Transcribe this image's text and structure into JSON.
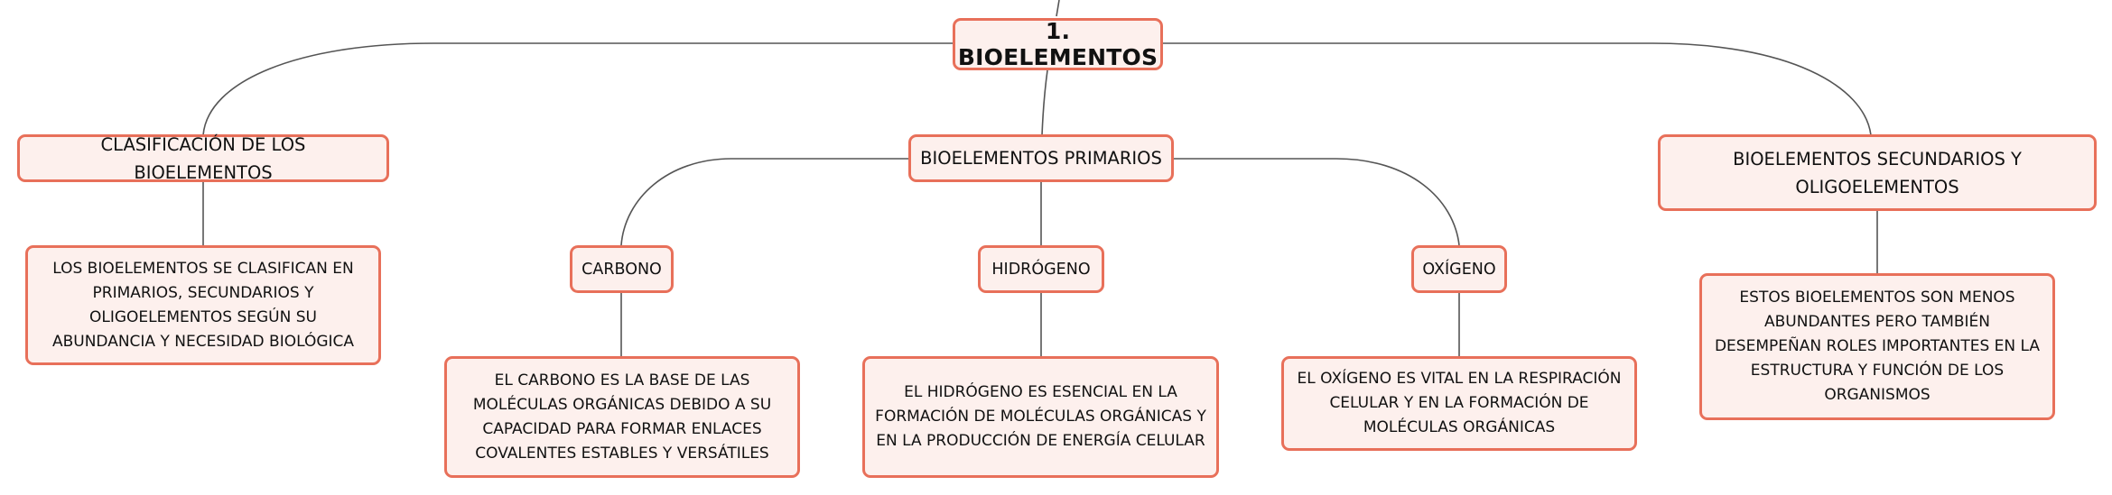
{
  "colors": {
    "node_border": "#e8705a",
    "node_fill": "#fdf0ed",
    "connector": "#555555"
  },
  "mindmap": {
    "root": {
      "label": "1. BIOELEMENTOS"
    },
    "clasificacion": {
      "label": "CLASIFICACIÓN DE LOS BIOELEMENTOS",
      "detail": "LOS BIOELEMENTOS SE CLASIFICAN EN PRIMARIOS, SECUNDARIOS Y OLIGOELEMENTOS SEGÚN SU ABUNDANCIA Y NECESIDAD BIOLÓGICA"
    },
    "primarios": {
      "label": "BIOELEMENTOS PRIMARIOS",
      "carbono": {
        "label": "CARBONO",
        "detail": "EL CARBONO ES LA BASE DE LAS MOLÉCULAS ORGÁNICAS DEBIDO A SU CAPACIDAD PARA FORMAR ENLACES COVALENTES ESTABLES Y VERSÁTILES"
      },
      "hidrogeno": {
        "label": "HIDRÓGENO",
        "detail": "EL HIDRÓGENO ES ESENCIAL EN LA FORMACIÓN DE MOLÉCULAS ORGÁNICAS Y EN LA PRODUCCIÓN DE ENERGÍA CELULAR"
      },
      "oxigeno": {
        "label": "OXÍGENO",
        "detail": "EL OXÍGENO ES VITAL EN LA RESPIRACIÓN CELULAR Y EN LA FORMACIÓN DE MOLÉCULAS ORGÁNICAS"
      }
    },
    "secundarios": {
      "label": "BIOELEMENTOS SECUNDARIOS Y OLIGOELEMENTOS",
      "detail": "ESTOS BIOELEMENTOS SON MENOS ABUNDANTES PERO TAMBIÉN DESEMPEÑAN ROLES IMPORTANTES EN LA ESTRUCTURA Y FUNCIÓN DE LOS ORGANISMOS"
    }
  }
}
